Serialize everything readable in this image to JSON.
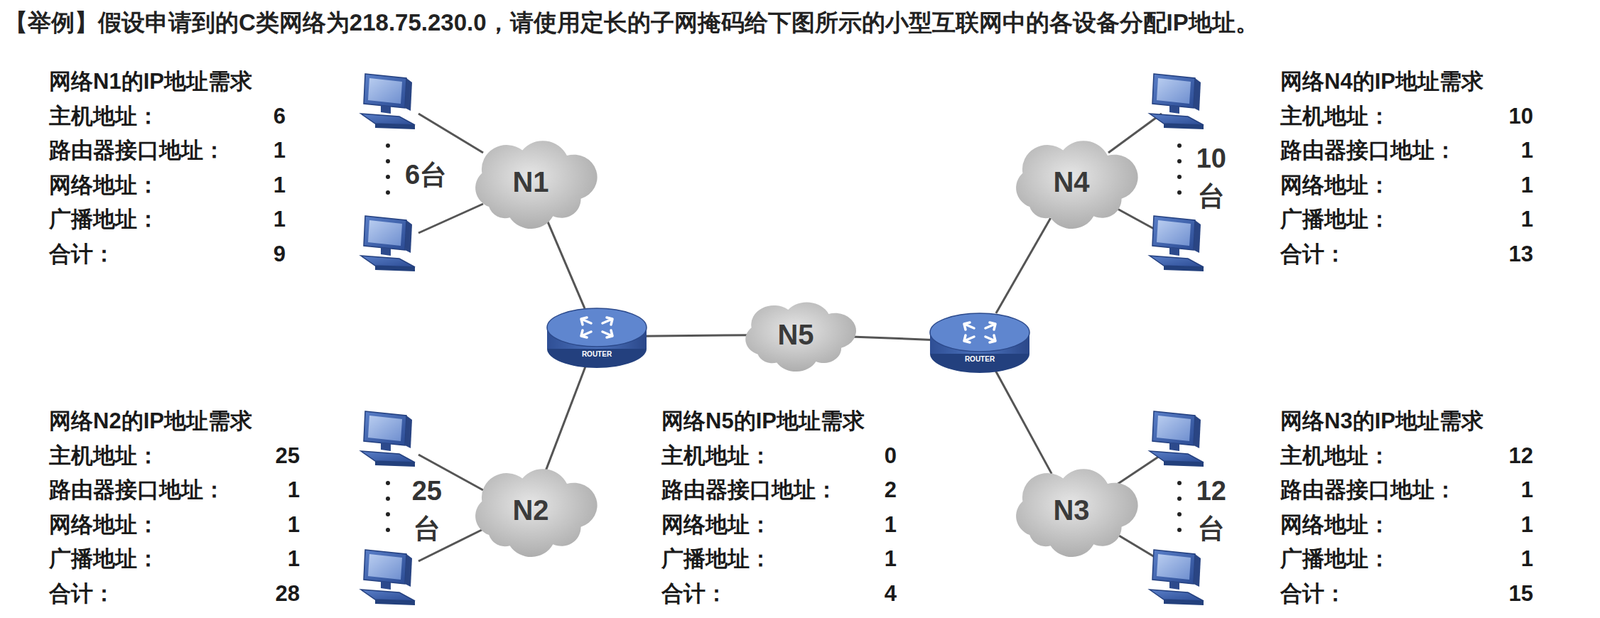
{
  "diagram": {
    "title": "【举例】假设申请到的C类网络为218.75.230.0，请使用定长的子网掩码给下图所示的小型互联网中的各设备分配IP地址。",
    "nodes": [
      {
        "text": [
          "N1"
        ]
      },
      {
        "text": [
          "N4"
        ]
      },
      {
        "text": [
          "ROUTER"
        ]
      },
      {
        "text": [
          "N5"
        ]
      },
      {
        "text": [
          "ROUTER"
        ]
      },
      {
        "text": [
          "N2"
        ]
      },
      {
        "text": [
          "N3"
        ]
      }
    ],
    "edges": [
      {
        "from": 0,
        "to": 2,
        "arrow": "none"
      },
      {
        "from": 5,
        "to": 2,
        "arrow": "none"
      },
      {
        "from": 2,
        "to": 3,
        "arrow": "none"
      },
      {
        "from": 3,
        "to": 4,
        "arrow": "none"
      },
      {
        "from": 4,
        "to": 1,
        "arrow": "none"
      },
      {
        "from": 4,
        "to": 6,
        "arrow": "none"
      }
    ],
    "labels": [
      "6台",
      "10 台",
      "25 台",
      "12 台",
      "网络N1的IP地址需求",
      "主机地址：",
      "6",
      "路由器接口地址：",
      "1",
      "网络地址：",
      "1",
      "广播地址：",
      "1",
      "合计：",
      "9",
      "网络N4的IP地址需求",
      "主机地址：",
      "10",
      "路由器接口地址：",
      "1",
      "网络地址：",
      "1",
      "广播地址：",
      "1",
      "合计：",
      "13",
      "网络N2的IP地址需求",
      "主机地址：",
      "25",
      "路由器接口地址：",
      "1",
      "网络地址：",
      "1",
      "广播地址：",
      "1",
      "合计：",
      "28",
      "网络N5的IP地址需求",
      "主机地址：",
      "0",
      "路由器接口地址：",
      "2",
      "网络地址：",
      "1",
      "广播地址：",
      "1",
      "合计：",
      "4",
      "网络N3的IP地址需求",
      "主机地址：",
      "12",
      "路由器接口地址：",
      "1",
      "网络地址：",
      "1",
      "广播地址：",
      "1",
      "合计：",
      "15"
    ]
  }
}
